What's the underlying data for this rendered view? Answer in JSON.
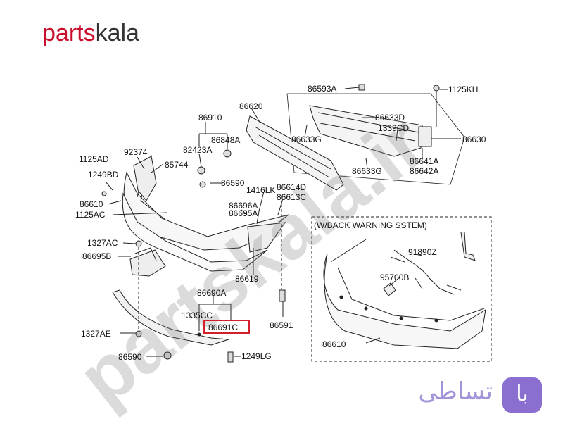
{
  "logo": {
    "part1": "parts",
    "part2": "kala"
  },
  "watermark": "partskala.ir",
  "brand": {
    "name": "تساطی",
    "box_text": "با"
  },
  "section_title": "(W/BACK WARNING SSTEM)",
  "highlight_color": "#d21f2b",
  "callouts": {
    "c86593A": "86593A",
    "c1125KH": "1125KH",
    "c86620": "86620",
    "c86633D": "86633D",
    "c1339CD": "1339CD",
    "c86630": "86630",
    "c86633G_a": "86633G",
    "c86633G_b": "86633G",
    "c86641A": "86641A",
    "c86642A": "86642A",
    "c86910": "86910",
    "c86848A": "86848A",
    "c82423A": "82423A",
    "c92374": "92374",
    "c1125AD": "1125AD",
    "c85744": "85744",
    "c1249BD": "1249BD",
    "c86590_a": "86590",
    "c1416LK": "1416LK",
    "c86614D": "86614D",
    "c86613C": "86613C",
    "c86610_a": "86610",
    "c86696A": "86696A",
    "c86695A": "86695A",
    "c1125AC": "1125AC",
    "c1327AC": "1327AC",
    "c86695B": "86695B",
    "c86619": "86619",
    "c86690A": "86690A",
    "c1335CC": "1335CC",
    "c86691C": "86691C",
    "c86591": "86591",
    "c1327AE": "1327AE",
    "c86590_b": "86590",
    "c1249LG": "1249LG",
    "c91890Z": "91890Z",
    "c95700B": "95700B",
    "c86610_b": "86610"
  }
}
